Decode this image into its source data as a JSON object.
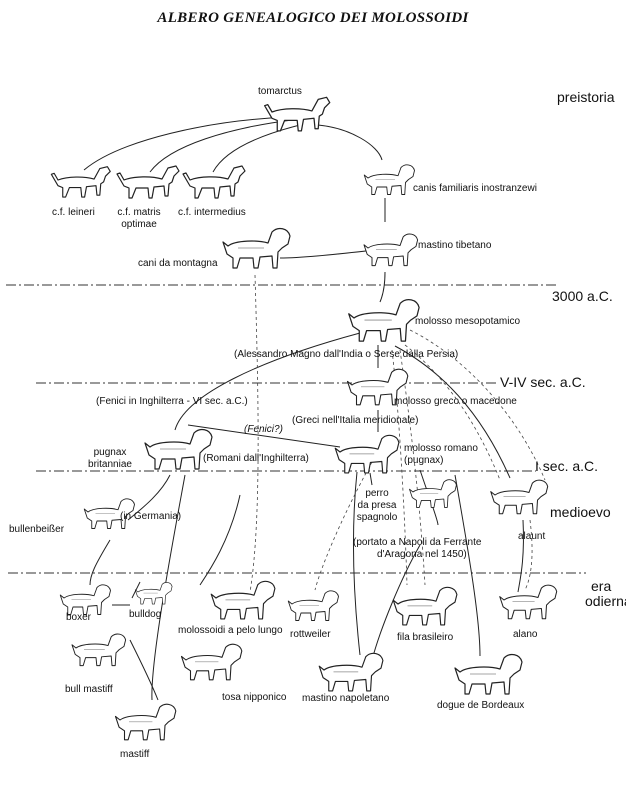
{
  "title": "ALBERO GENEALOGICO DEI MOLOSSOIDI",
  "eras": {
    "preistoria": "preistoria",
    "a3000": "3000 a.C.",
    "v_iv": "V-IV sec. a.C.",
    "i_sec": "I sec. a.C.",
    "medioevo": "medioevo",
    "era": "era",
    "odierna": "odierna"
  },
  "dogs": {
    "tomarctus": "tomarctus",
    "leineri": "c.f. leineri",
    "matris": "c.f. matris",
    "optimae": "optimae",
    "intermedius": "c.f. intermedius",
    "inostranzewi": "canis familiaris inostranzewi",
    "montagna": "cani da montagna",
    "tibetano": "mastino tibetano",
    "mesopotamico": "molosso mesopotamico",
    "greco": "molosso greco o macedone",
    "romano": "molosso romano",
    "pugnax_paren": "(pugnax)",
    "pugnax": "pugnax",
    "britanniae": "britanniae",
    "perro": "perro",
    "da_presa": "da presa",
    "spagnolo": "spagnolo",
    "alaunt": "alaunt",
    "bullenbeisser": "bullenbeißer",
    "boxer": "boxer",
    "bulldog": "bulldog",
    "pelo_lungo": "molossoidi a pelo lungo",
    "rottweiler": "rottweiler",
    "fila": "fila brasileiro",
    "alano": "alano",
    "bull_mastiff": "bull mastiff",
    "tosa": "tosa nipponico",
    "napoletano": "mastino napoletano",
    "dogue": "dogue de Bordeaux",
    "mastiff": "mastiff"
  },
  "notes": {
    "alessandro": "(Alessandro Magno dall'India o Serse dalla Persia)",
    "fenici_ingh": "(Fenici in Inghilterra - VI sec. a.C.)",
    "greci_italia": "(Greci nell'Italia meridionale)",
    "fenici_q": "(Fenici?)",
    "romani_ingh": "(Romani dall'Inghilterra)",
    "germania": "(in Germania)",
    "napoli": "(portato a Napoli da Ferrante",
    "aragona": "d'Aragona nel 1450)"
  }
}
